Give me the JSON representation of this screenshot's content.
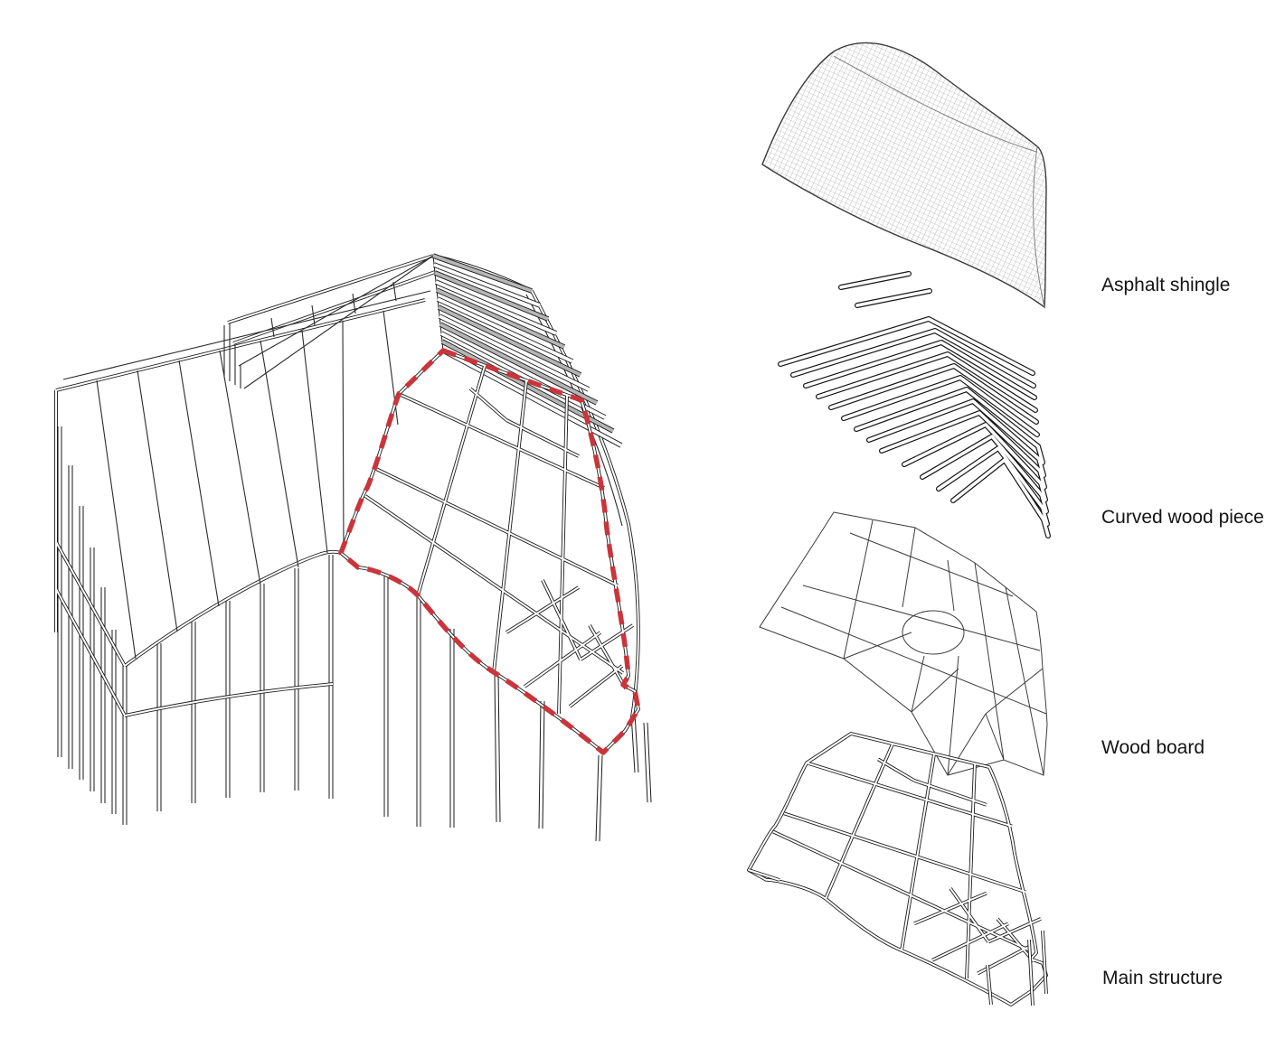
{
  "diagram": {
    "background": "#ffffff",
    "line_color": "#1a1a1a",
    "highlight_color": "#c9353b",
    "louver_gray": "#b5b5b5",
    "mesh_gray": "#8f8f8f",
    "layers": [
      {
        "id": "asphalt-shingle",
        "label": "Asphalt shingle"
      },
      {
        "id": "curved-wood-piece",
        "label": "Curved wood piece"
      },
      {
        "id": "wood-board",
        "label": "Wood board"
      },
      {
        "id": "main-structure",
        "label": "Main structure"
      }
    ]
  }
}
